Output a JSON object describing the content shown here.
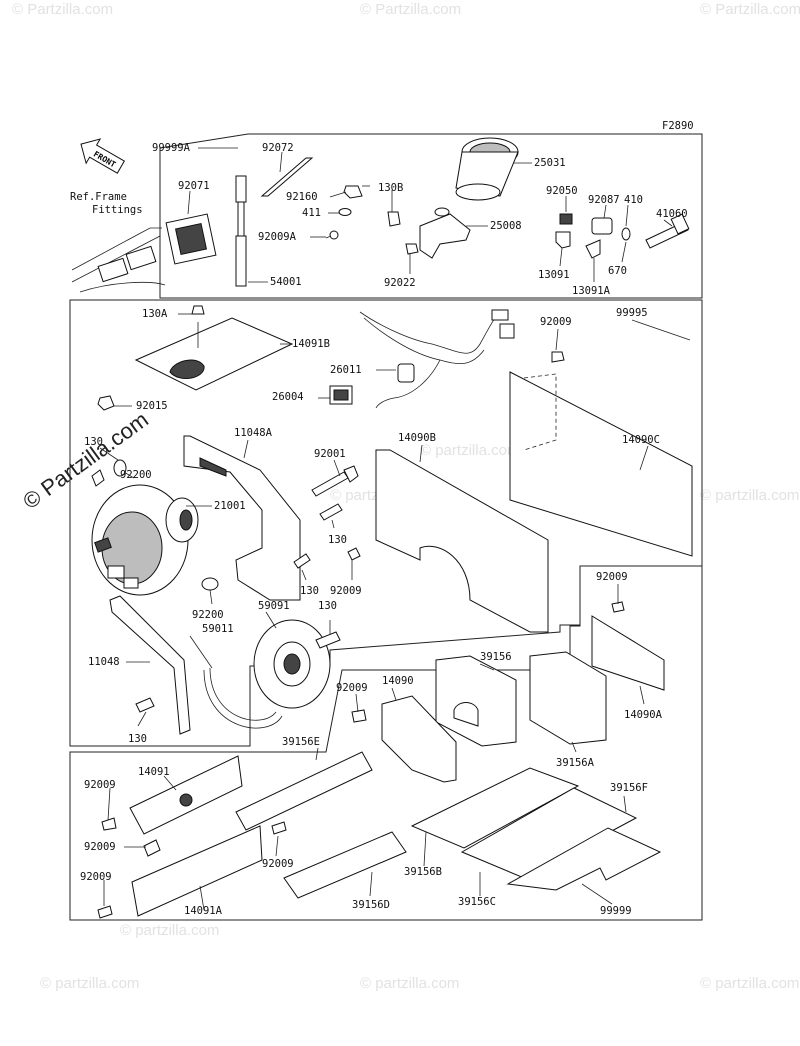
{
  "figure_code": "F2890",
  "watermarks": [
    "© Partzilla.com",
    "© partzilla.com"
  ],
  "front_label": "FRONT",
  "ref_note": [
    "Ref.Frame",
    "Fittings"
  ],
  "labels": {
    "l99999A": "99999A",
    "l92072": "92072",
    "l92071": "92071",
    "l92160": "92160",
    "l130B": "130B",
    "l411": "411",
    "l92009A": "92009A",
    "l54001": "54001",
    "l25031": "25031",
    "l25008": "25008",
    "l92022": "92022",
    "l92050": "92050",
    "l92087": "92087",
    "l410": "410",
    "l41060": "41060",
    "l13091": "13091",
    "l670": "670",
    "l13091A": "13091A",
    "l130A": "130A",
    "l14091B": "14091B",
    "l26011": "26011",
    "l26004": "26004",
    "l92015": "92015",
    "l130a": "130",
    "l92200a": "92200",
    "l21001": "21001",
    "l11048A": "11048A",
    "l92001": "92001",
    "l14090B": "14090B",
    "l92009a": "92009",
    "l99995": "99995",
    "l14090C": "14090C",
    "l130b": "130",
    "l130c": "130",
    "l92009b": "92009",
    "l92200b": "92200",
    "l59091": "59091",
    "l130d": "130",
    "l59011": "59011",
    "l11048": "11048",
    "l130e": "130",
    "l92009c": "92009",
    "l14090A": "14090A",
    "l39156": "39156",
    "l39156A": "39156A",
    "l92009d": "92009",
    "l14090": "14090",
    "l39156E": "39156E",
    "l92009e": "92009",
    "l14091": "14091",
    "l92009f": "92009",
    "l92009g": "92009",
    "l92009h": "92009",
    "l14091A": "14091A",
    "l39156D": "39156D",
    "l39156B": "39156B",
    "l39156C": "39156C",
    "l39156F": "39156F",
    "l99999": "99999"
  }
}
